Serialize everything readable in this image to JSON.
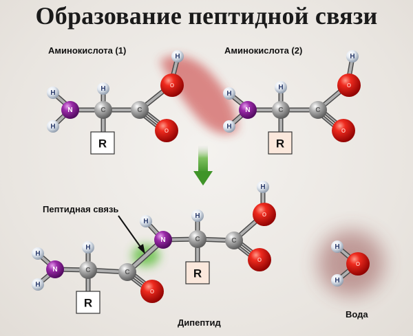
{
  "title": "Образование пептидной связи",
  "labels": {
    "amino1": "Аминокислота (1)",
    "amino2": "Аминокислота (2)",
    "peptide_bond": "Пептидная связь",
    "dipeptide": "Дипептид",
    "water": "Вода"
  },
  "atoms": {
    "H": "H",
    "N": "N",
    "C": "C",
    "O": "O",
    "R": "R"
  },
  "colors": {
    "oxygen": "#d01010",
    "nitrogen": "#8a1c9a",
    "carbon": "#9a9a9a",
    "hydrogen": "#dfe6ef",
    "arrow": "#4aa030",
    "water_highlight": "#c83030",
    "bond_highlight": "#60c040"
  }
}
